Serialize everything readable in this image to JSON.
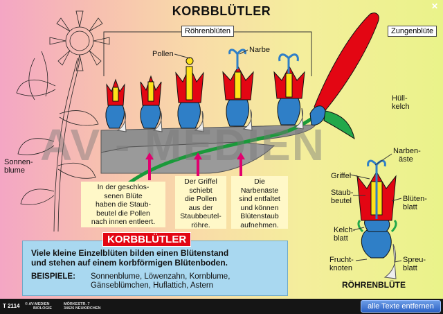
{
  "title": "KORBBLÜTLER",
  "labels": {
    "roehrenblueten": "Röhrenblüten",
    "zungenbluete": "Zungenblüte",
    "pollen": "Pollen",
    "narbe": "Narbe",
    "huellkelch_1": "Hüll-",
    "huellkelch_2": "kelch",
    "sonnenblume_1": "Sonnen-",
    "sonnenblume_2": "blume",
    "narbenaeste_1": "Narben-",
    "narbenaeste_2": "äste",
    "griffel": "Griffel",
    "staubbeutel_1": "Staub-",
    "staubbeutel_2": "beutel",
    "bluetenblatt_1": "Blüten-",
    "bluetenblatt_2": "blatt",
    "kelchblatt_1": "Kelch-",
    "kelchblatt_2": "blatt",
    "fruchtknoten_1": "Frucht-",
    "fruchtknoten_2": "knoten",
    "spreublatt_1": "Spreu-",
    "spreublatt_2": "blatt",
    "roehrenbluete": "RÖHRENBLÜTE"
  },
  "captions": {
    "c1": [
      "In der geschlos-",
      "senen Blüte",
      "haben die Staub-",
      "beutel die Pollen",
      "nach innen entleert."
    ],
    "c2": [
      "Der Griffel",
      "schiebt",
      "die Pollen",
      "aus der",
      "Staubbeutel-",
      "röhre."
    ],
    "c3": [
      "Die",
      "Narbenäste",
      "sind entfaltet",
      "und können",
      "Blütenstaub",
      "aufnehmen."
    ]
  },
  "info": {
    "title": "KORBBLÜTLER",
    "text1": "Viele kleine Einzelblüten bilden einen Blütenstand",
    "text2": "und stehen auf einem korbförmigen Blütenboden.",
    "beispiele_label": "BEISPIELE:",
    "beispiele1": "Sonnenblume, Löwenzahn, Kornblume,",
    "beispiele2": "Gänseblümchen, Huflattich, Astern"
  },
  "watermark": "AV - MEDIEN",
  "footer": {
    "code": "T 2114",
    "copyright": "© AV-MEDIEN",
    "sub": "BIOLOGIE",
    "addr1": "MÖRKESTR. 7",
    "addr2": "34626 NEUKIRCHEN",
    "button": "alle Texte entfernen"
  },
  "close_icon": "close-icon",
  "colors": {
    "red": "#e30613",
    "blue": "#2f7fc7",
    "yellow": "#ffe21a",
    "green": "#22a84a",
    "infobox": "#a9d8f0",
    "caption": "#fff8c8",
    "button": "#3a6fd0"
  }
}
